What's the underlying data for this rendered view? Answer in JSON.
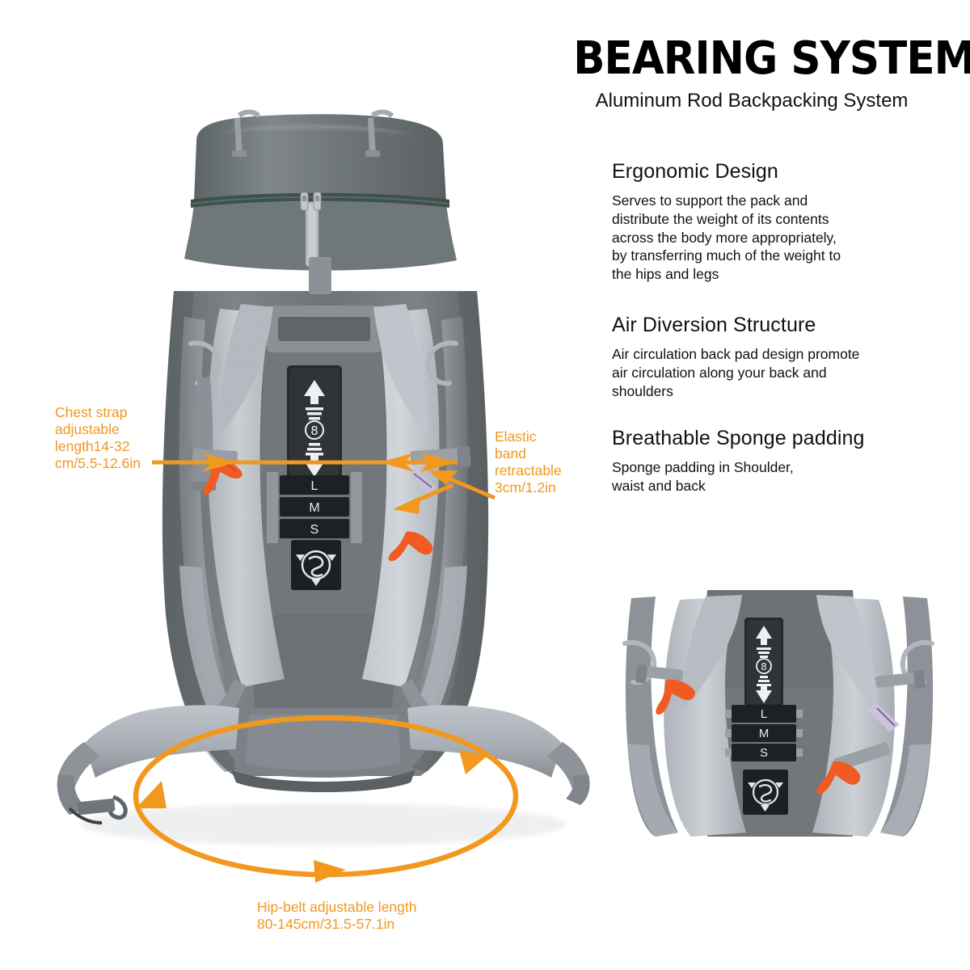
{
  "header": {
    "title": "BEARING SYSTEM",
    "subtitle": "Aluminum Rod Backpacking System"
  },
  "features": [
    {
      "id": "ergonomic",
      "heading": "Ergonomic Design",
      "body": "Serves to support the pack and\ndistribute the weight of its contents\n across the body more appropriately,\nby transferring much of the weight to\nthe hips and legs"
    },
    {
      "id": "air-diversion",
      "heading": "Air Diversion Structure",
      "body": "Air circulation back pad design promote\nair circulation along your back and\n shoulders"
    },
    {
      "id": "sponge-padding",
      "heading": "Breathable Sponge padding",
      "body": "Sponge padding in Shoulder,\nwaist and back"
    }
  ],
  "annotations": {
    "chest_strap": "Chest strap\nadjustable\nlength14-32\ncm/5.5-12.6in",
    "elastic_band": "Elastic\nband\nretractable\n3cm/1.2in",
    "hip_belt": "Hip-belt adjustable length\n80-145cm/31.5-57.1in"
  },
  "product_labels": {
    "size_large": "L",
    "size_medium": "M",
    "size_small": "S",
    "adjuster_number": "8"
  },
  "colors": {
    "accent_orange": "#F2981F",
    "buckle_orange": "#F15A22",
    "pack_body_gray": "#6f7477",
    "pack_body_dark": "#5b6063",
    "mesh_light": "#b9bec4",
    "mesh_pale": "#c9ced4",
    "strap_gray": "#8e9499",
    "zipper_green": "#3e514b",
    "patch_black": "#1d1f21",
    "text_black": "#111111"
  }
}
